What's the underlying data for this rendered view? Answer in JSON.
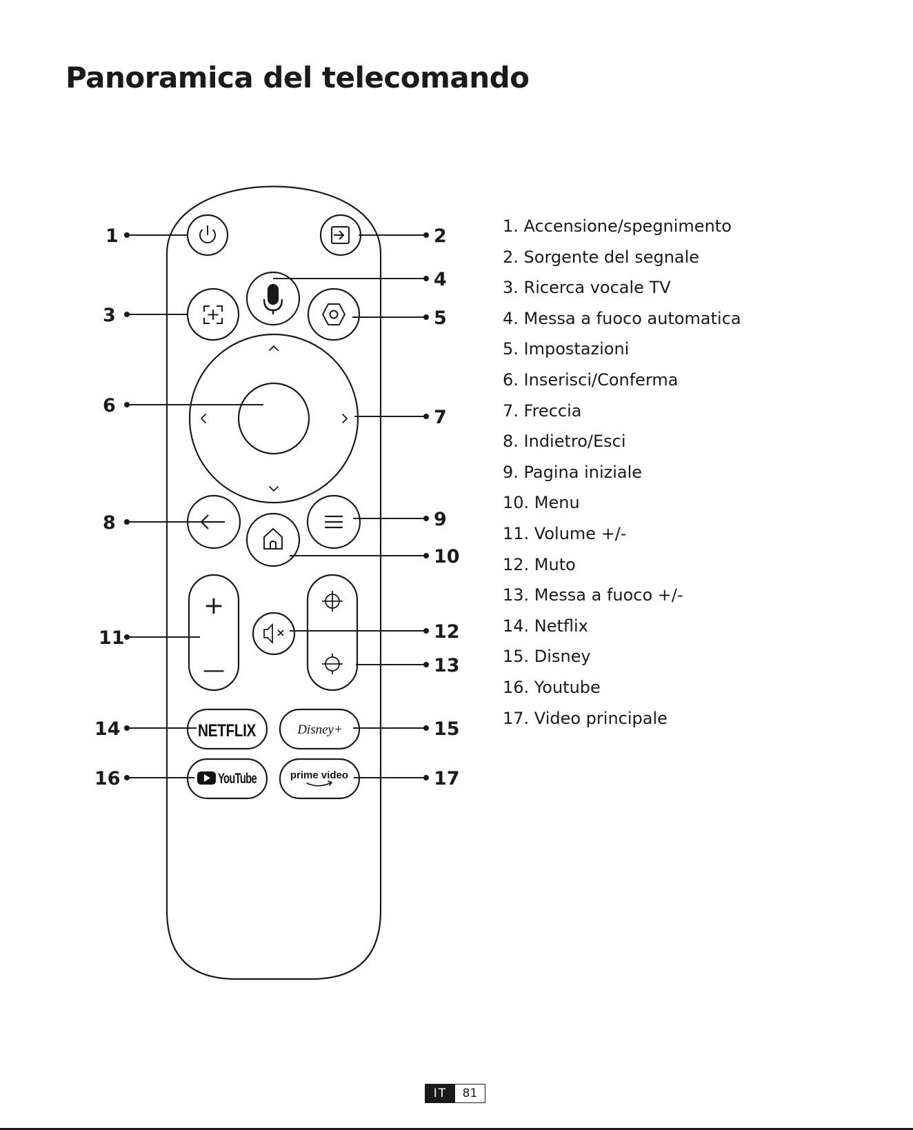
{
  "page": {
    "title": "Panoramica del telecomando",
    "lang_code": "IT",
    "page_number": "81"
  },
  "callouts": [
    "1",
    "2",
    "3",
    "4",
    "5",
    "6",
    "7",
    "8",
    "9",
    "10",
    "11",
    "12",
    "13",
    "14",
    "15",
    "16",
    "17"
  ],
  "buttons": {
    "volume_plus": "+",
    "volume_minus": "—",
    "netflix": "NETFLIX",
    "disney": "Disney+",
    "youtube": "YouTube",
    "prime": "prime video"
  },
  "legend": [
    "1. Accensione/spegnimento",
    "2. Sorgente del segnale",
    "3. Ricerca vocale TV",
    "4. Messa a fuoco automatica",
    "5. Impostazioni",
    "6. Inserisci/Conferma",
    "7. Freccia",
    "8. Indietro/Esci",
    "9. Pagina iniziale",
    "10. Menu",
    "11. Volume +/-",
    "12. Muto",
    "13. Messa a fuoco +/-",
    "14. Netflix",
    "15. Disney",
    "16. Youtube",
    "17. Video principale"
  ]
}
